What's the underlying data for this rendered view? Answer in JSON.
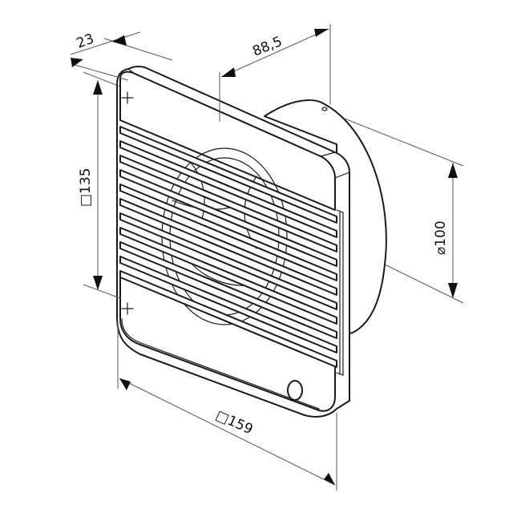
{
  "diagram": {
    "subject": "Axial bathroom exhaust fan with louvred front grille, isometric dimensioned drawing",
    "colors": {
      "line": "#1a1a1a",
      "dimension_line": "#555555",
      "background": "#ffffff"
    },
    "dimensions": {
      "depth_front": {
        "label": "23",
        "position": "top-left"
      },
      "depth_spigot": {
        "label": "88,5",
        "position": "top-center"
      },
      "louvre_height": {
        "label": "□135",
        "position": "left"
      },
      "spigot_diameter": {
        "label": "⌀100",
        "position": "right"
      },
      "front_width": {
        "label": "□159",
        "position": "bottom"
      }
    },
    "parts": {
      "front_panel": "front-cover",
      "grille": "horizontal-louvres",
      "impeller": "fan-blades",
      "spigot": "round-duct-spigot",
      "button": "round-switch"
    }
  }
}
